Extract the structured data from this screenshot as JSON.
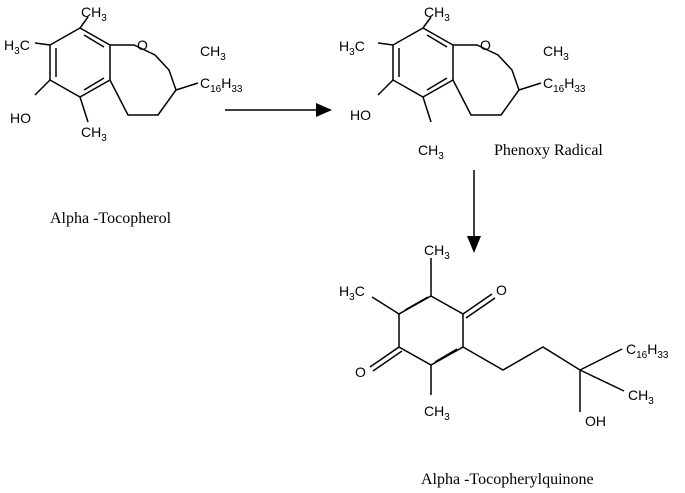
{
  "scheme": {
    "tocopherol": {
      "name": "Alpha -Tocopherol",
      "labels": {
        "top_methyl": "CH3",
        "left_methyl": "H3C",
        "hydroxyl": "HO",
        "bottom_methyl": "CH3",
        "ring_oxygen": "O",
        "c2_methyl": "CH3",
        "side_chain": "C16H33"
      }
    },
    "radical": {
      "name": "Phenoxy Radical",
      "labels": {
        "top_methyl": "CH3",
        "left_methyl": "H3C",
        "hydroxyl": "HO",
        "bottom_methyl": "CH3",
        "ring_oxygen": "O",
        "c2_methyl": "CH3",
        "side_chain": "C16H33"
      }
    },
    "quinone": {
      "name": "Alpha -Tocopherylquinone",
      "labels": {
        "top_methyl": "CH3",
        "left_methyl": "H3C",
        "top_oxygen": "O",
        "left_oxygen": "O",
        "bottom_methyl": "CH3",
        "side_chain": "C16H33",
        "terminal_methyl": "CH3",
        "hydroxyl": "OH"
      }
    }
  }
}
